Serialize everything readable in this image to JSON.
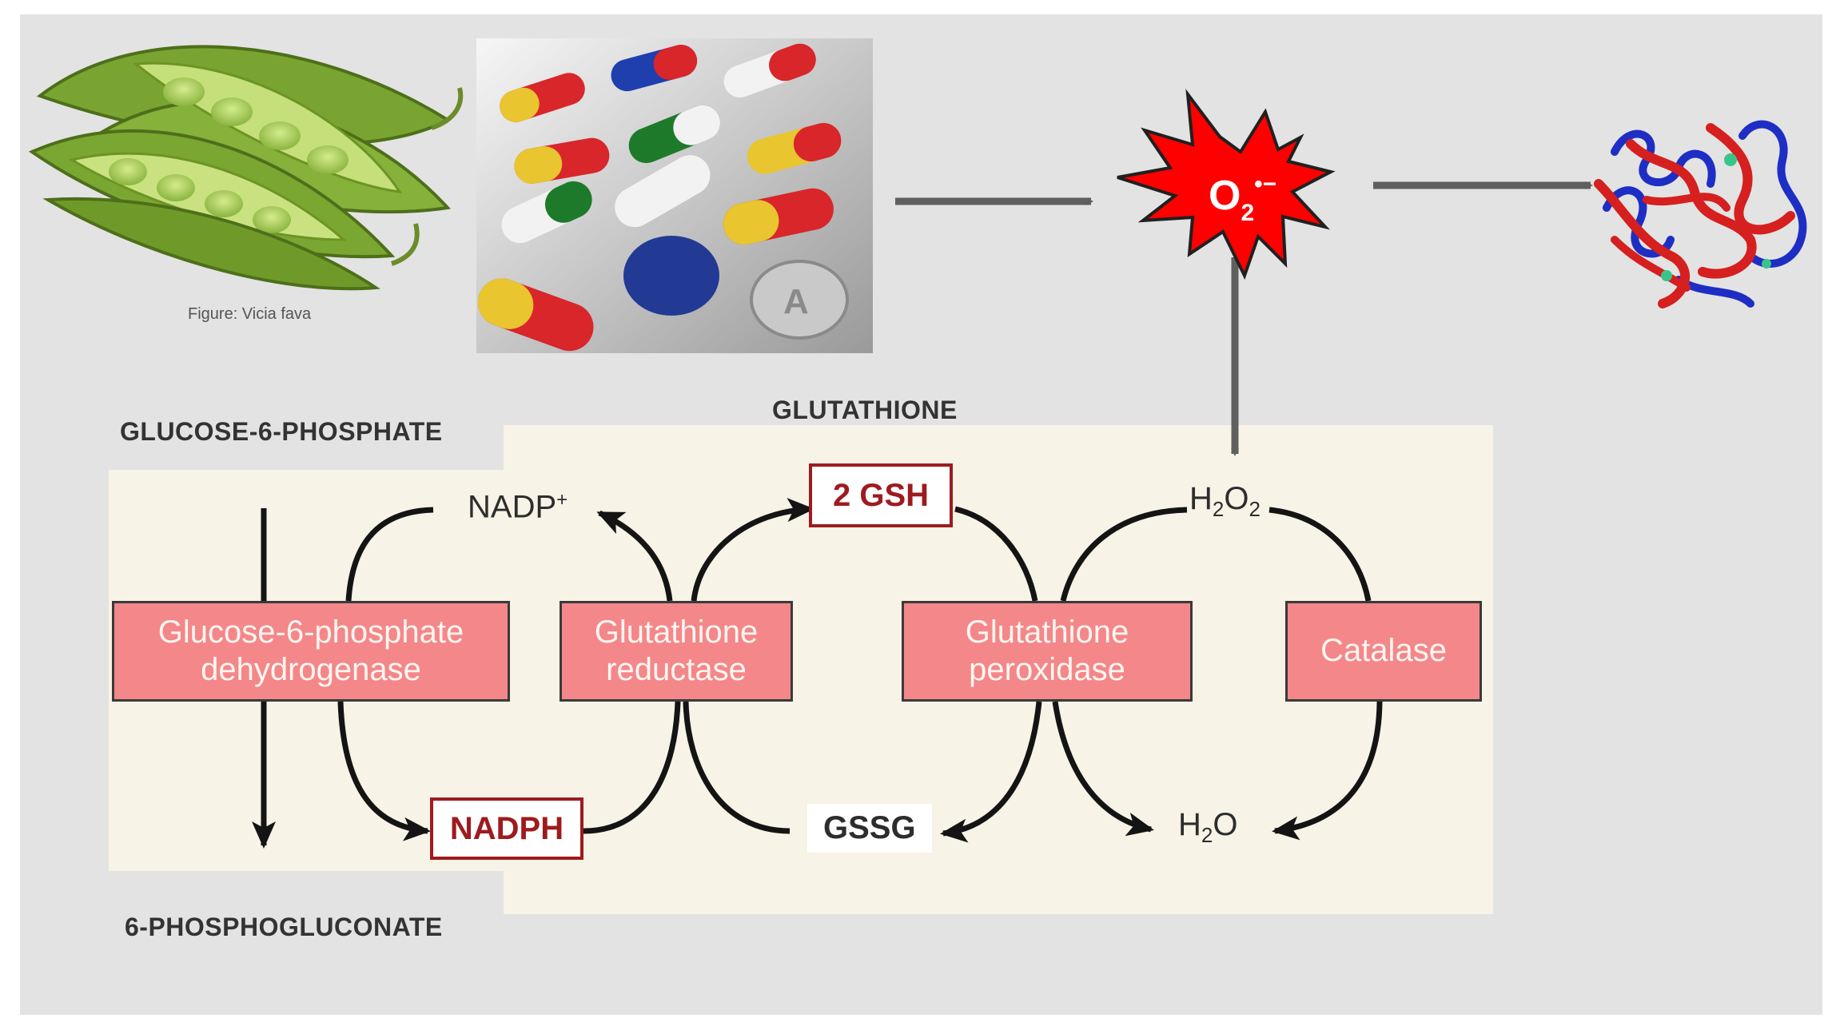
{
  "caption": "Figure: Vicia fava",
  "superoxide": {
    "base": "O",
    "sub": "2",
    "sup": "•−"
  },
  "labels": {
    "g6p": "GLUCOSE-6-PHOSPHATE",
    "glutathione": "GLUTATHIONE",
    "pg6": "6-PHOSPHOGLUCONATE"
  },
  "enzymes": {
    "g6pd_line1": "Glucose-6-phosphate",
    "g6pd_line2": "dehydrogenase",
    "gr_line1": "Glutathione",
    "gr_line2": "reductase",
    "gpx_line1": "Glutathione",
    "gpx_line2": "peroxidase",
    "cat": "Catalase"
  },
  "molecules": {
    "nadp": "NADP",
    "nadp_sup": "+",
    "nadph": "NADPH",
    "gsh": "2 GSH",
    "gssg": "GSSG",
    "h2o2_h": "H",
    "h2o2_sub1": "2",
    "h2o2_o": "O",
    "h2o2_sub2": "2",
    "h2o_h": "H",
    "h2o_sub": "2",
    "h2o_o": "O"
  },
  "colors": {
    "enzyme_fill": "#f4878a",
    "highlight_red": "#9d1b1f",
    "panel": "#f7f3e6",
    "arrow": "#5f5f5f",
    "burst": "#ff0000"
  },
  "icons": [
    "fava-beans-image",
    "pills-image",
    "superoxide-burst-icon",
    "hemoglobin-protein-image"
  ]
}
